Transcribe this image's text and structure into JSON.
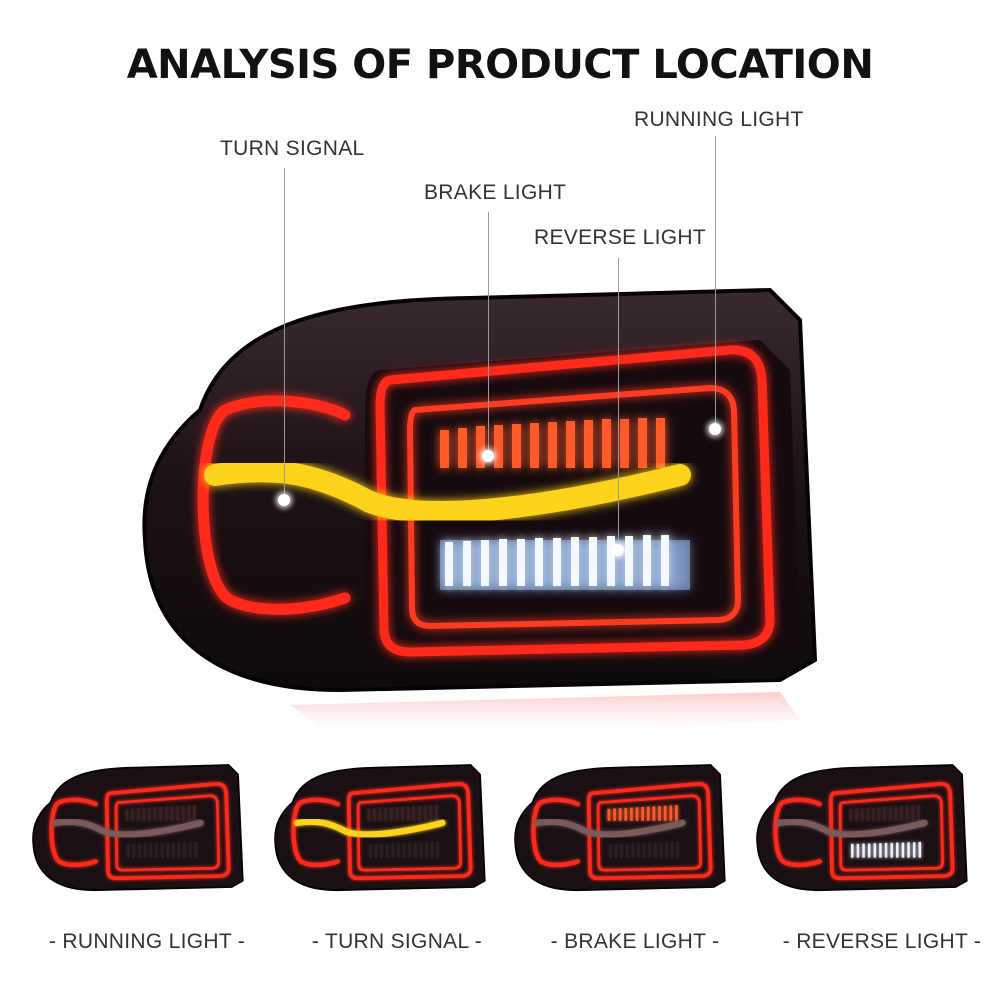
{
  "title": "ANALYSIS OF PRODUCT LOCATION",
  "callouts": {
    "turn_signal": "TURN SIGNAL",
    "brake_light": "BRAKE LIGHT",
    "reverse_light": "REVERSE LIGHT",
    "running_light": "RUNNING LIGHT"
  },
  "modes": [
    {
      "label": "- RUNNING LIGHT -",
      "mode": "running"
    },
    {
      "label": "- TURN SIGNAL -",
      "mode": "turn"
    },
    {
      "label": "- BRAKE LIGHT -",
      "mode": "brake"
    },
    {
      "label": "- REVERSE LIGHT -",
      "mode": "reverse"
    }
  ],
  "colors": {
    "housing": "#1a1014",
    "running": "#ff2a1a",
    "turn": "#ffd21a",
    "brake": "#ff5a2a",
    "reverse": "#eef4ff"
  }
}
